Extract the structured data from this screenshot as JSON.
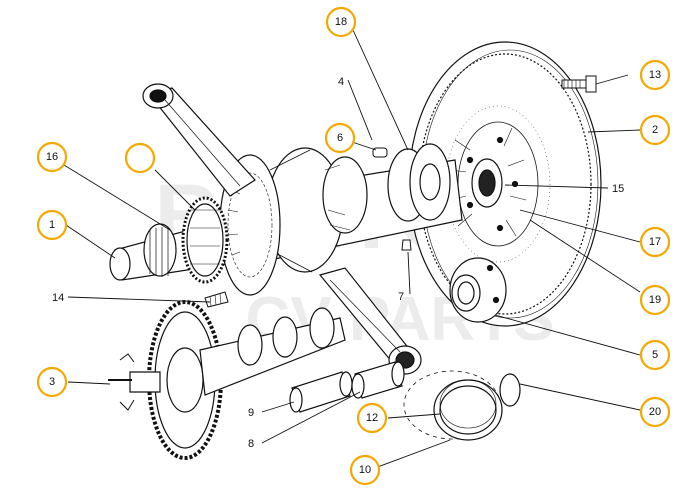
{
  "watermark": {
    "line1": "BEETON",
    "line2": "CV PARTS"
  },
  "callouts": [
    {
      "id": "c18",
      "label": "18"
    },
    {
      "id": "c13",
      "label": "13"
    },
    {
      "id": "c2",
      "label": "2"
    },
    {
      "id": "c6",
      "label": "6"
    },
    {
      "id": "c16",
      "label": "16"
    },
    {
      "id": "cblank",
      "label": ""
    },
    {
      "id": "c1",
      "label": "1"
    },
    {
      "id": "c17",
      "label": "17"
    },
    {
      "id": "c19",
      "label": "19"
    },
    {
      "id": "c5",
      "label": "5"
    },
    {
      "id": "c3",
      "label": "3"
    },
    {
      "id": "c20",
      "label": "20"
    },
    {
      "id": "c12",
      "label": "12"
    },
    {
      "id": "c10",
      "label": "10"
    }
  ],
  "plain_labels": [
    {
      "id": "p4",
      "label": "4"
    },
    {
      "id": "p15",
      "label": "15"
    },
    {
      "id": "p7",
      "label": "7"
    },
    {
      "id": "p14",
      "label": "14"
    },
    {
      "id": "p9",
      "label": "9"
    },
    {
      "id": "p8",
      "label": "8"
    }
  ],
  "colors": {
    "callout_ring": "#f5a800",
    "ink": "#111111",
    "background": "#ffffff"
  }
}
